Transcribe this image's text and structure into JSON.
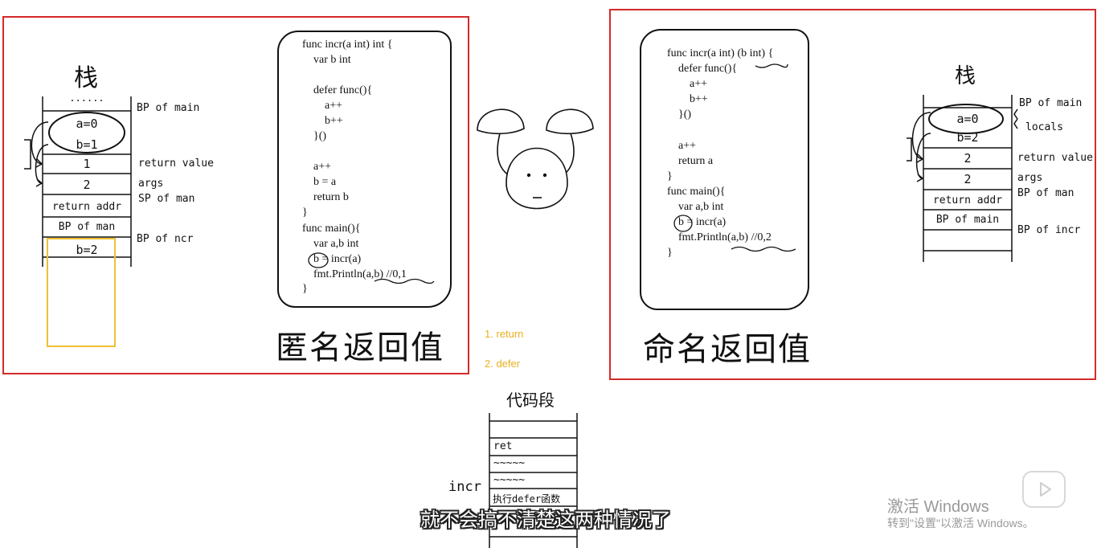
{
  "left_panel": {
    "stack_title": "栈",
    "stack_cells": [
      "......",
      "a=0",
      "b=1",
      "1",
      "2",
      "return addr",
      "BP of man",
      "b=2"
    ],
    "stack_labels": [
      "BP of main",
      "return value",
      "args",
      "SP of man",
      "BP of ncr"
    ],
    "code": [
      "func incr(a int) int {",
      "    var b int",
      "",
      "    defer func(){",
      "        a++",
      "        b++",
      "    }()",
      "",
      "    a++",
      "    b = a",
      "    return b",
      "}",
      "func main(){",
      "    var a,b int",
      "    b = incr(a)",
      "    fmt.Println(a,b) //0,1",
      "}"
    ],
    "title": "匿名返回值"
  },
  "middle": {
    "notes": [
      "1. return",
      "2. defer"
    ],
    "code_segment_title": "代码段",
    "code_segment_cells": [
      "",
      "",
      "ret",
      "~~~~~",
      "~~~~~",
      "执行defer函数",
      ""
    ],
    "incr_label": "incr"
  },
  "right_panel": {
    "stack_title": "栈",
    "stack_cells": [
      "a=0",
      "b=2",
      "2",
      "2",
      "return addr",
      "BP of main",
      ""
    ],
    "stack_labels": [
      "BP of main",
      "locals",
      "return value",
      "args",
      "BP of man",
      "BP of incr"
    ],
    "code": [
      "func incr(a int) (b int) {",
      "    defer func(){",
      "        a++",
      "        b++",
      "    }()",
      "",
      "    a++",
      "    return a",
      "}",
      "func main(){",
      "    var a,b int",
      "    b = incr(a)",
      "    fmt.Println(a,b) //0,2",
      "}"
    ],
    "title": "命名返回值"
  },
  "subtitle": "就不会搞不清楚这两种情况了",
  "watermark": {
    "line1": "激活 Windows",
    "line2": "转到\"设置\"以激活 Windows。"
  },
  "colors": {
    "panel_border": "#d42a2a",
    "highlight_box": "#f0c030",
    "note_text": "#e8b020"
  }
}
